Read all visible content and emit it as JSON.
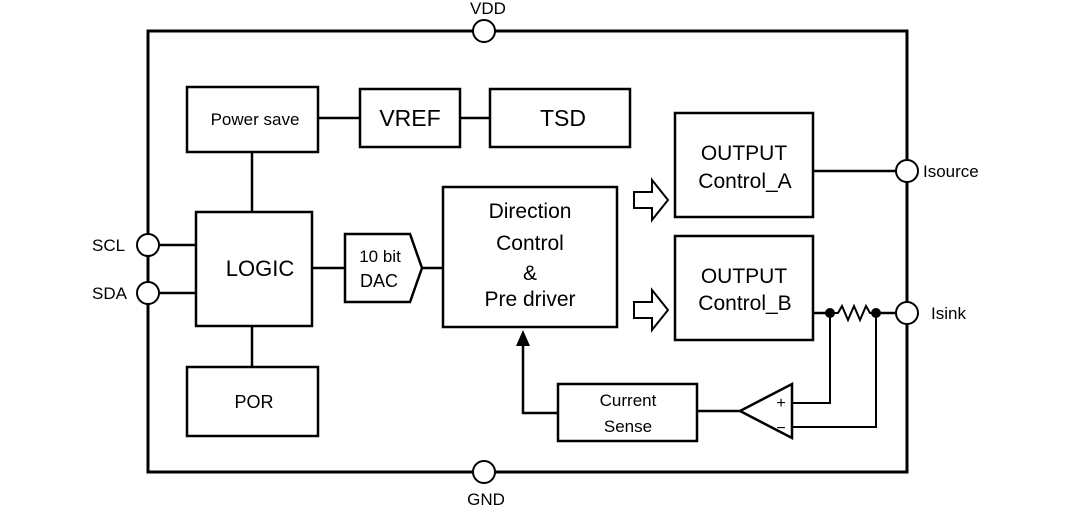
{
  "pins": {
    "vdd": "VDD",
    "gnd": "GND",
    "scl": "SCL",
    "sda": "SDA",
    "isource": "Isource",
    "isink": "Isink"
  },
  "blocks": {
    "power_save": "Power save",
    "vref": "VREF",
    "tsd": "TSD",
    "logic": "LOGIC",
    "por": "POR",
    "dac": [
      "10 bit",
      "DAC"
    ],
    "direction": [
      "Direction",
      "Control",
      "&",
      "Pre driver"
    ],
    "output_a": [
      "OUTPUT",
      "Control_A"
    ],
    "output_b": [
      "OUTPUT",
      "Control_B"
    ],
    "current_sense": [
      "Current",
      "Sense"
    ]
  },
  "amp": {
    "plus": "+",
    "minus": "−"
  }
}
